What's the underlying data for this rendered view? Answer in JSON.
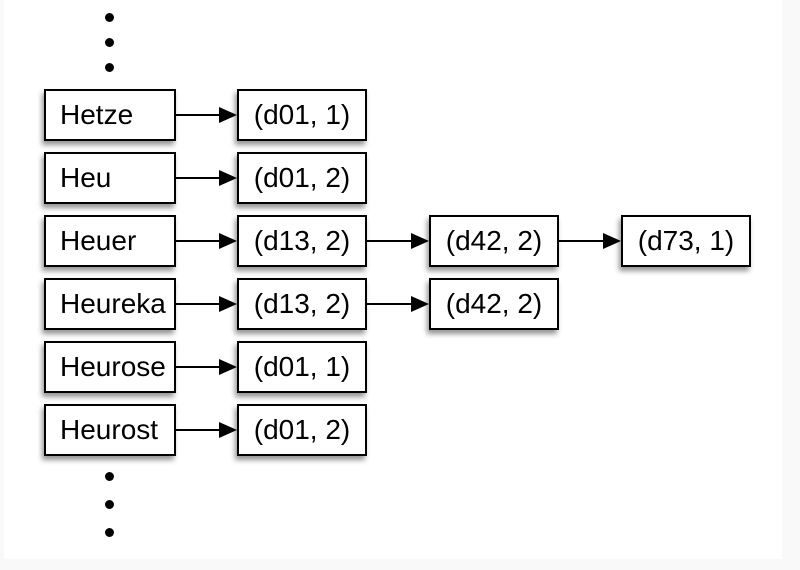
{
  "page": {
    "background": "#f9f9fa",
    "panel_background": "#ffffff",
    "stroke_color": "#000000"
  },
  "icons": {
    "ellipsis_top": "vertical-ellipsis-icon",
    "ellipsis_bottom": "vertical-ellipsis-icon",
    "arrow": "arrow-right-icon"
  },
  "diagram": {
    "rows": [
      {
        "term": "Hetze",
        "postings": [
          "(d01, 1)"
        ]
      },
      {
        "term": "Heu",
        "postings": [
          "(d01, 2)"
        ]
      },
      {
        "term": "Heuer",
        "postings": [
          "(d13, 2)",
          "(d42, 2)",
          "(d73, 1)"
        ]
      },
      {
        "term": "Heureka",
        "postings": [
          "(d13, 2)",
          "(d42, 2)"
        ]
      },
      {
        "term": "Heurose",
        "postings": [
          "(d01, 1)"
        ]
      },
      {
        "term": "Heurost",
        "postings": [
          "(d01, 2)"
        ]
      }
    ]
  }
}
